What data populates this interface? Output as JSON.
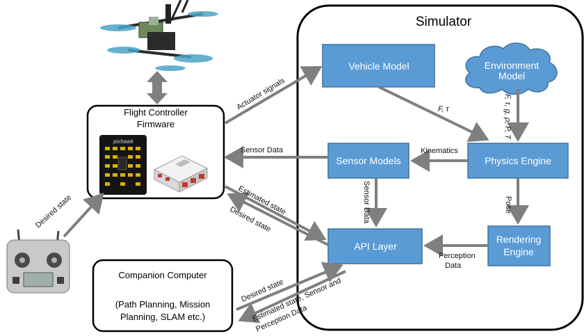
{
  "simulator_title": "Simulator",
  "blocks": {
    "vehicle_model": "Vehicle Model",
    "environment_model_line1": "Environment",
    "environment_model_line2": "Model",
    "physics_engine": "Physics Engine",
    "sensor_models": "Sensor Models",
    "api_layer": "API Layer",
    "rendering_engine_line1": "Rendering",
    "rendering_engine_line2": "Engine"
  },
  "flight_controller": {
    "title_line1": "Flight Controller",
    "title_line2": "Firmware",
    "board_brand": "pixhawk"
  },
  "companion_computer": {
    "title": "Companion Computer",
    "detail_line1": "(Path Planning, Mission",
    "detail_line2": "Planning, SLAM etc.)"
  },
  "arrow_labels": {
    "actuator_signals": "Actuator signals",
    "f_tau": "F, τ",
    "env_params": "F, τ, g, ρ, P, T",
    "kinematics": "Kinematics",
    "sensor_data_left": "Sensor Data",
    "sensor_data_vertical": "Sensor Data",
    "pose": "Pose",
    "perception_data_line1": "Perception",
    "perception_data_line2": "Data",
    "estimated_state_fc": "Estimated state",
    "desired_state_fc": "Desired state",
    "desired_state_rc": "Desired state",
    "desired_state_cc": "Desired state",
    "estimated_state_cc_line1": "Estimated state, Sensor and",
    "estimated_state_cc_line2": "Perception Data"
  },
  "colors": {
    "block_fill": "#5b9bd5",
    "block_stroke": "#41719c",
    "arrow": "#7f7f7f"
  },
  "icons": [
    "quadcopter-drone-icon",
    "pixhawk-board-icon",
    "autopilot-module-icon",
    "rc-transmitter-icon"
  ]
}
